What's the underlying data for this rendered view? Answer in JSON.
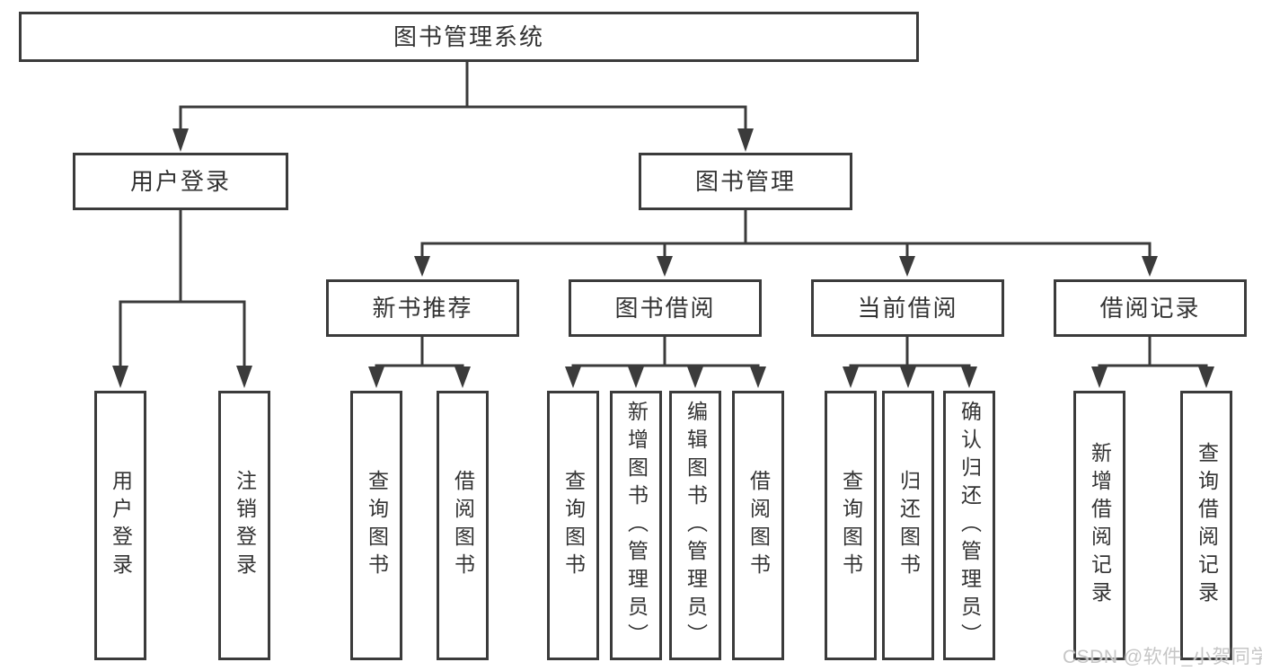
{
  "tree": {
    "label": "图书管理系统",
    "children": [
      {
        "label": "用户登录",
        "children": [
          {
            "label": "用户登录"
          },
          {
            "label": "注销登录"
          }
        ]
      },
      {
        "label": "图书管理",
        "children": [
          {
            "label": "新书推荐",
            "children": [
              {
                "label": "查询图书"
              },
              {
                "label": "借阅图书"
              }
            ]
          },
          {
            "label": "图书借阅",
            "children": [
              {
                "label": "查询图书"
              },
              {
                "label": "新增图书（管理员）"
              },
              {
                "label": "编辑图书（管理员）"
              },
              {
                "label": "借阅图书"
              }
            ]
          },
          {
            "label": "当前借阅",
            "children": [
              {
                "label": "查询图书"
              },
              {
                "label": "归还图书"
              },
              {
                "label": "确认归还（管理员）"
              }
            ]
          },
          {
            "label": "借阅记录",
            "children": [
              {
                "label": "新增借阅记录"
              },
              {
                "label": "查询借阅记录"
              }
            ]
          }
        ]
      }
    ]
  },
  "watermark": {
    "text": "CSDN @软件_小贺同学"
  },
  "colors": {
    "line": "#3b3b3b",
    "text": "#333333",
    "watermark": "#c6c6c6",
    "background": "#ffffff"
  }
}
